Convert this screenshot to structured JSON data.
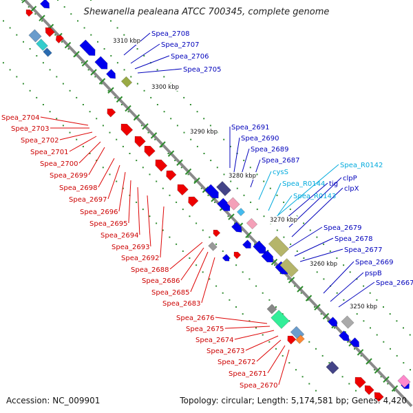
{
  "title": "Shewanella pealeana ATCC 700345, complete genome",
  "footer": {
    "accession": "Accession: NC_009901",
    "summary": "Topology: circular; Length: 5,174,581 bp; Genes: 4,420"
  },
  "colors": {
    "backbone": "#8a8a8a",
    "tick": "#2e8b2e",
    "forward_gene": "#0000ee",
    "reverse_gene": "#ee0000",
    "rna_label": "#00aadd",
    "olive": "#b5b56a",
    "pink": "#f4a0b8"
  },
  "kbp_marks": [
    "3310 kbp",
    "3300 kbp",
    "3290 kbp",
    "3280 kbp",
    "3270 kbp",
    "3260 kbp",
    "3250 kbp"
  ],
  "labels_forward": [
    "Spea_2708",
    "Spea_2707",
    "Spea_2706",
    "Spea_2705",
    "Spea_2691",
    "Spea_2690",
    "Spea_2689",
    "Spea_2687",
    "cysS",
    "Spea_R0142",
    "Spea_R0144",
    "tig",
    "Spea_R0143",
    "clpP",
    "clpX",
    "Spea_2679",
    "Spea_2678",
    "Spea_2677",
    "Spea_2669",
    "pspB",
    "Spea_2667"
  ],
  "labels_reverse": [
    "Spea_2704",
    "Spea_2703",
    "Spea_2702",
    "Spea_2701",
    "Spea_2700",
    "Spea_2699",
    "Spea_2698",
    "Spea_2697",
    "Spea_2696",
    "Spea_2695",
    "Spea_2694",
    "Spea_2693",
    "Spea_2692",
    "Spea_2688",
    "Spea_2686",
    "Spea_2685",
    "Spea_2683",
    "Spea_2676",
    "Spea_2675",
    "Spea_2674",
    "Spea_2673",
    "Spea_2672",
    "Spea_2671",
    "Spea_2670"
  ]
}
